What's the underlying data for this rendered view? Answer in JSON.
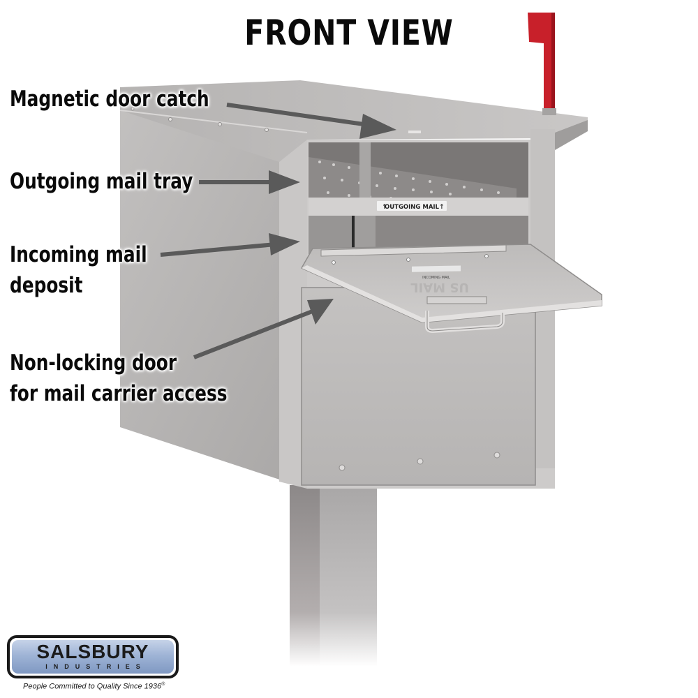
{
  "title": "FRONT VIEW",
  "callouts": [
    {
      "id": "magnetic-door-catch",
      "lines": [
        "Magnetic door catch"
      ]
    },
    {
      "id": "outgoing-mail-tray",
      "lines": [
        "Outgoing mail tray"
      ]
    },
    {
      "id": "incoming-mail-deposit",
      "lines": [
        "Incoming mail",
        "deposit"
      ]
    },
    {
      "id": "non-locking-door",
      "lines": [
        "Non-locking door",
        "for mail carrier access"
      ]
    }
  ],
  "mailbox": {
    "tray_label": "OUTGOING MAIL",
    "door_plate_label": "INCOMING MAIL",
    "embossed_text": "US MAIL",
    "flag_color": "#c8202a",
    "body_color": "#b9b7b6"
  },
  "logo": {
    "name": "SALSBURY",
    "subtitle": "INDUSTRIES",
    "tagline": "People Committed to Quality Since 1936",
    "trademark": "®"
  }
}
